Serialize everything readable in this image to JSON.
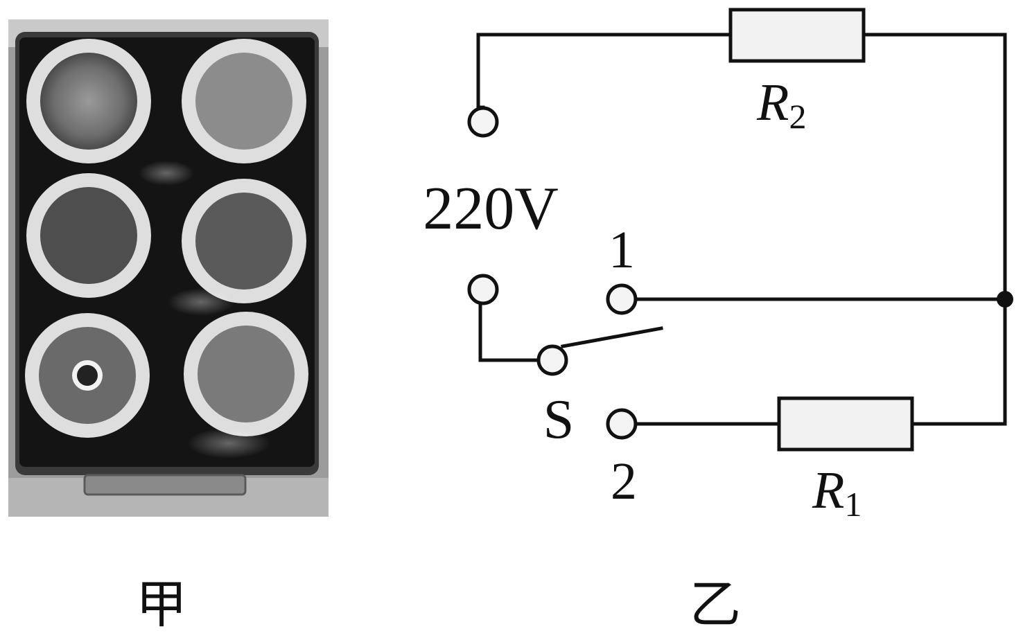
{
  "figure_a": {
    "caption": "甲",
    "picture": "food-warming-plate-photo"
  },
  "figure_b": {
    "caption": "乙",
    "voltage_label": "220V",
    "resistor_r2": {
      "letter": "R",
      "subscript": "2"
    },
    "resistor_r1": {
      "letter": "R",
      "subscript": "1"
    },
    "switch_label": "S",
    "contact_1_label": "1",
    "contact_2_label": "2"
  },
  "colors": {
    "line": "#111111",
    "terminal_fill": "#f4f4f4",
    "resistor_fill": "#f2f2f2",
    "photo_background": "#1a1a1a"
  }
}
